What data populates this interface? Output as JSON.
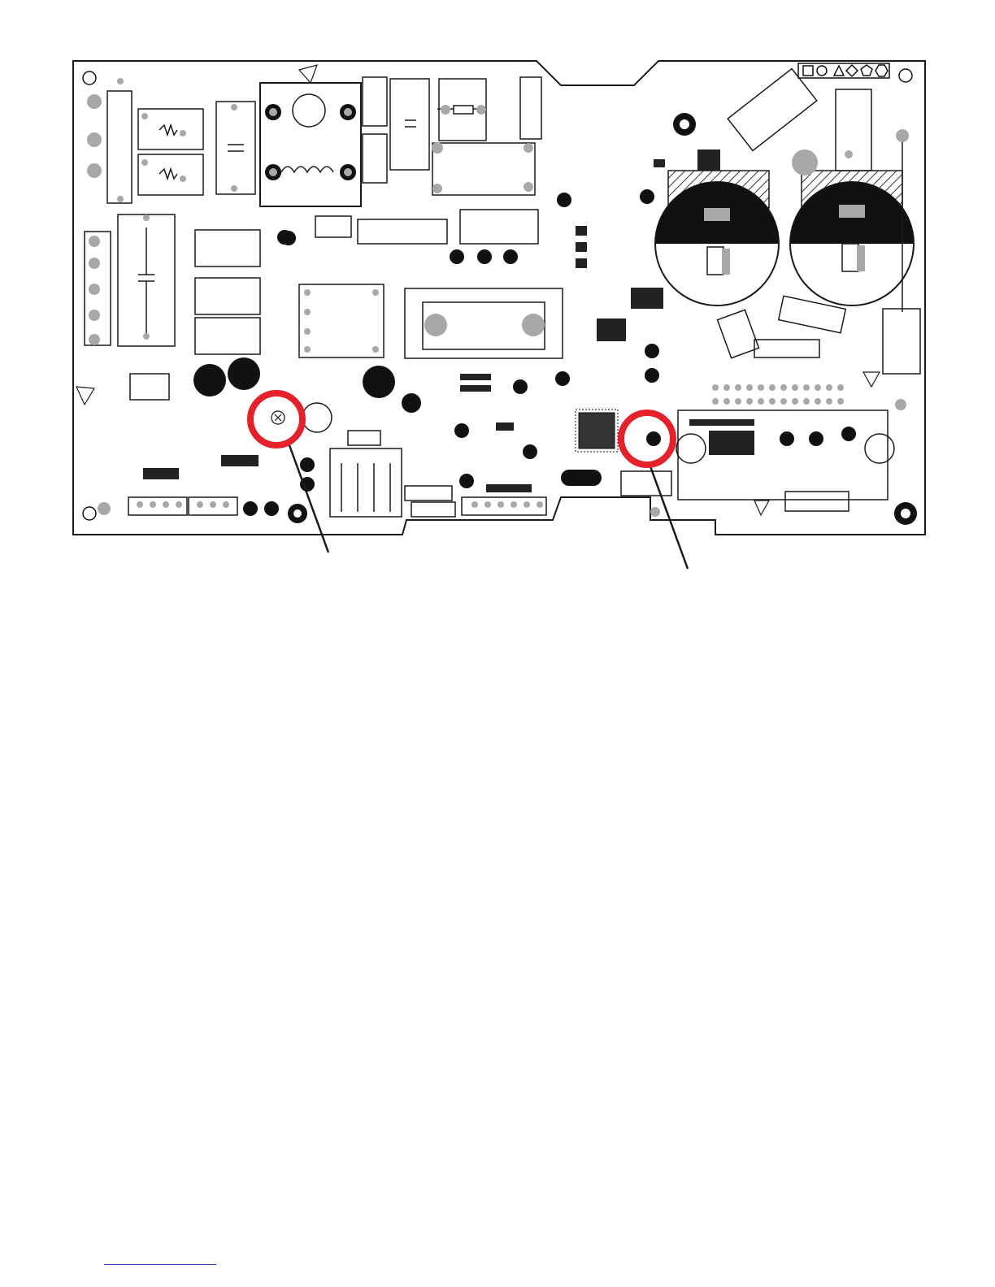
{
  "diagram": {
    "kind": "pcb-layout",
    "legend_shapes": [
      "square",
      "circle",
      "triangle",
      "diamond",
      "pentagon",
      "hexagon"
    ],
    "highlight_color": "#e8202a",
    "highlights": [
      {
        "id": "callout-left",
        "target": "component-near-left-capacitor"
      },
      {
        "id": "callout-right",
        "target": "component-near-microcontroller"
      }
    ],
    "colors": {
      "outline": "#1a1a1a",
      "pad": "#a8a8a8",
      "smd": "#222222",
      "hatch": "#555555",
      "highlight": "#e8202a"
    }
  },
  "footer": {
    "link_text": ""
  }
}
